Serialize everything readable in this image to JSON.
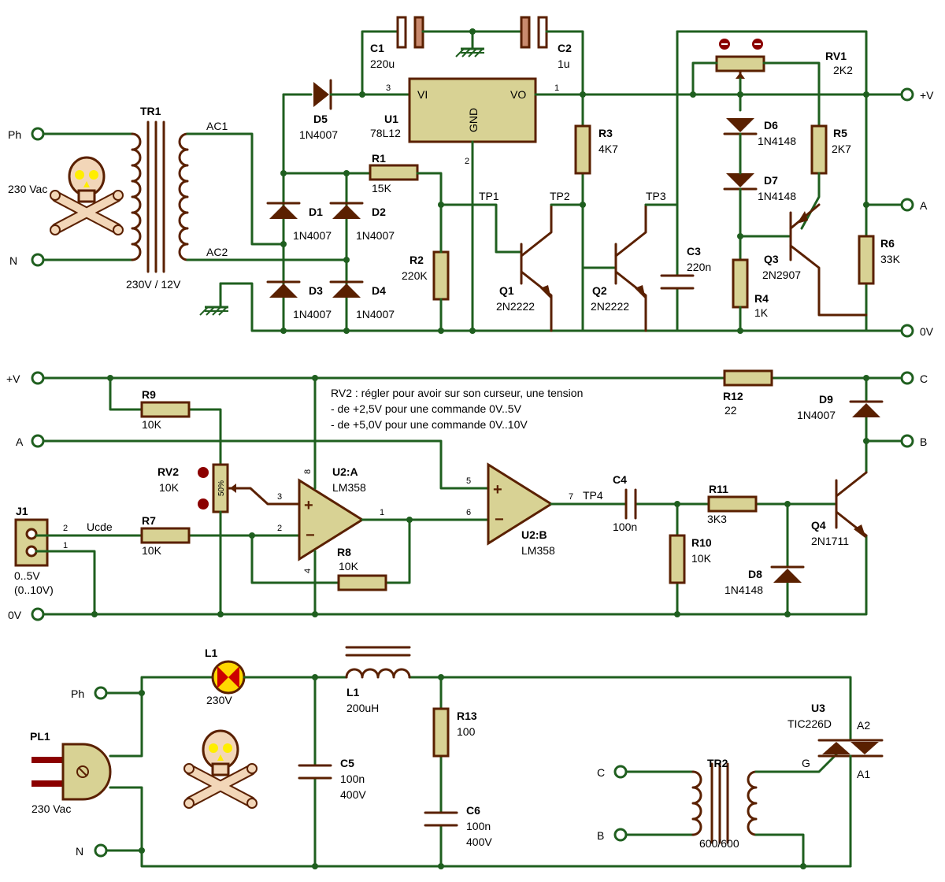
{
  "section1": {
    "inputs": {
      "ph": "Ph",
      "n": "N",
      "mains": "230 Vac"
    },
    "tr1": {
      "ref": "TR1",
      "value": "230V / 12V",
      "ac1": "AC1",
      "ac2": "AC2"
    },
    "c1": {
      "ref": "C1",
      "value": "220u"
    },
    "c2": {
      "ref": "C2",
      "value": "1u"
    },
    "u1": {
      "ref": "U1",
      "value": "78L12",
      "vi": "VI",
      "vo": "VO",
      "gnd": "GND",
      "pin_in": "3",
      "pin_out": "1",
      "pin_gnd": "2"
    },
    "d5": {
      "ref": "D5",
      "value": "1N4007"
    },
    "r1": {
      "ref": "R1",
      "value": "15K"
    },
    "r2": {
      "ref": "R2",
      "value": "220K"
    },
    "r3": {
      "ref": "R3",
      "value": "4K7"
    },
    "d1": {
      "ref": "D1",
      "value": "1N4007"
    },
    "d2": {
      "ref": "D2",
      "value": "1N4007"
    },
    "d3": {
      "ref": "D3",
      "value": "1N4007"
    },
    "d4": {
      "ref": "D4",
      "value": "1N4007"
    },
    "tp1": "TP1",
    "tp2": "TP2",
    "tp3": "TP3",
    "q1": {
      "ref": "Q1",
      "value": "2N2222"
    },
    "q2": {
      "ref": "Q2",
      "value": "2N2222"
    },
    "c3": {
      "ref": "C3",
      "value": "220n"
    },
    "rv1": {
      "ref": "RV1",
      "value": "2K2"
    },
    "d6": {
      "ref": "D6",
      "value": "1N4148"
    },
    "d7": {
      "ref": "D7",
      "value": "1N4148"
    },
    "r4": {
      "ref": "R4",
      "value": "1K"
    },
    "r5": {
      "ref": "R5",
      "value": "2K7"
    },
    "q3": {
      "ref": "Q3",
      "value": "2N2907"
    },
    "r6": {
      "ref": "R6",
      "value": "33K"
    },
    "out_v": "+V",
    "out_a": "A",
    "out_0v": "0V"
  },
  "section2": {
    "in_v": "+V",
    "in_a": "A",
    "in_0v": "0V",
    "note": [
      "RV2 : régler pour avoir sur son curseur, une tension",
      "- de +2,5V pour une commande 0V..5V",
      "- de +5,0V pour une commande 0V..10V"
    ],
    "r9": {
      "ref": "R9",
      "value": "10K"
    },
    "rv2": {
      "ref": "RV2",
      "value": "10K",
      "pct": "50%"
    },
    "u2a": {
      "ref": "U2:A",
      "value": "LM358",
      "p3": "3",
      "p2": "2",
      "p1": "1",
      "p8": "8",
      "p4": "4"
    },
    "u2b": {
      "ref": "U2:B",
      "value": "LM358",
      "p5": "5",
      "p6": "6",
      "p7": "7"
    },
    "j1": {
      "ref": "J1",
      "p2": "2",
      "p1": "1",
      "range1": "0..5V",
      "range2": "(0..10V)"
    },
    "ucde": "Ucde",
    "r7": {
      "ref": "R7",
      "value": "10K"
    },
    "r8": {
      "ref": "R8",
      "value": "10K"
    },
    "tp4": "TP4",
    "c4": {
      "ref": "C4",
      "value": "100n"
    },
    "r10": {
      "ref": "R10",
      "value": "10K"
    },
    "r11": {
      "ref": "R11",
      "value": "3K3"
    },
    "r12": {
      "ref": "R12",
      "value": "22"
    },
    "d8": {
      "ref": "D8",
      "value": "1N4148"
    },
    "d9": {
      "ref": "D9",
      "value": "1N4007"
    },
    "q4": {
      "ref": "Q4",
      "value": "2N1711"
    },
    "out_c": "C",
    "out_b": "B"
  },
  "section3": {
    "ph": "Ph",
    "n": "N",
    "pl1": {
      "ref": "PL1",
      "value": "230 Vac"
    },
    "lamp": {
      "ref": "L1",
      "value": "230V"
    },
    "l1": {
      "ref": "L1",
      "value": "200uH"
    },
    "c5": {
      "ref": "C5",
      "value1": "100n",
      "value2": "400V"
    },
    "r13": {
      "ref": "R13",
      "value": "100"
    },
    "c6": {
      "ref": "C6",
      "value1": "100n",
      "value2": "400V"
    },
    "tr2": {
      "ref": "TR2",
      "value": "600/600"
    },
    "u3": {
      "ref": "U3",
      "value": "TIC226D",
      "a2": "A2",
      "a1": "A1",
      "g": "G"
    },
    "in_c": "C",
    "in_b": "B"
  },
  "colors": {
    "wire": "#1f5f1f",
    "component": "#5a2000",
    "body": "#d8d294",
    "lamp": "#cc0000",
    "lamp_center": "#ffd800"
  },
  "icons": [
    "skull-crossbones-icon",
    "ground-icon",
    "terminal-icon"
  ]
}
